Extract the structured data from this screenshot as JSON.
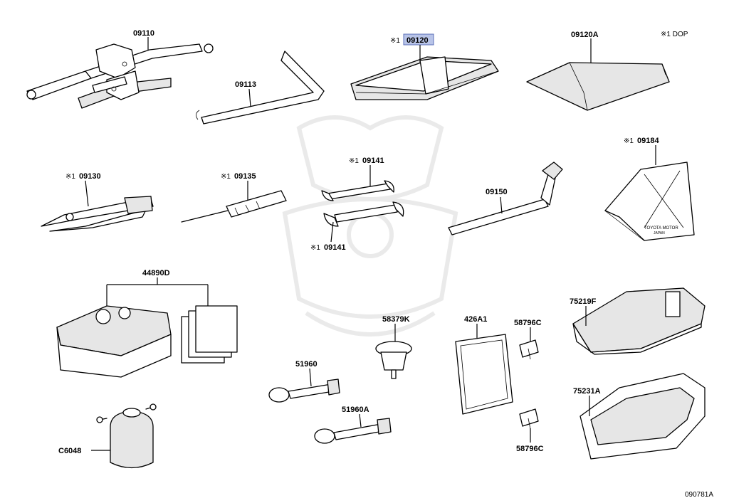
{
  "legend_note": "※1 DOP",
  "diagram_id": "090781A",
  "highlighted_part": "09120",
  "parts": [
    {
      "id": "p09110",
      "mark": "",
      "number": "09110"
    },
    {
      "id": "p09113",
      "mark": "",
      "number": "09113"
    },
    {
      "id": "p09120",
      "mark": "※1",
      "number": "09120"
    },
    {
      "id": "p09120A",
      "mark": "",
      "number": "09120A"
    },
    {
      "id": "p09130",
      "mark": "※1",
      "number": "09130"
    },
    {
      "id": "p09135",
      "mark": "※1",
      "number": "09135"
    },
    {
      "id": "p09141a",
      "mark": "※1",
      "number": "09141"
    },
    {
      "id": "p09141b",
      "mark": "※1",
      "number": "09141"
    },
    {
      "id": "p09150",
      "mark": "",
      "number": "09150"
    },
    {
      "id": "p09184",
      "mark": "※1",
      "number": "09184"
    },
    {
      "id": "p44890D",
      "mark": "",
      "number": "44890D"
    },
    {
      "id": "p58379K",
      "mark": "",
      "number": "58379K"
    },
    {
      "id": "p426A1",
      "mark": "",
      "number": "426A1"
    },
    {
      "id": "p58796C_a",
      "mark": "",
      "number": "58796C"
    },
    {
      "id": "p58796C_b",
      "mark": "",
      "number": "58796C"
    },
    {
      "id": "p75219F",
      "mark": "",
      "number": "75219F"
    },
    {
      "id": "p75231A",
      "mark": "",
      "number": "75231A"
    },
    {
      "id": "p51960",
      "mark": "",
      "number": "51960"
    },
    {
      "id": "p51960A",
      "mark": "",
      "number": "51960A"
    },
    {
      "id": "pC6048",
      "mark": "",
      "number": "C6048"
    }
  ],
  "stamp_text": {
    "line1": "TOYOTA MOTOR",
    "line2": "JAPAN"
  },
  "colors": {
    "highlight": "#b8c4e8",
    "line": "#000000",
    "watermark": "#e8e8e8"
  }
}
